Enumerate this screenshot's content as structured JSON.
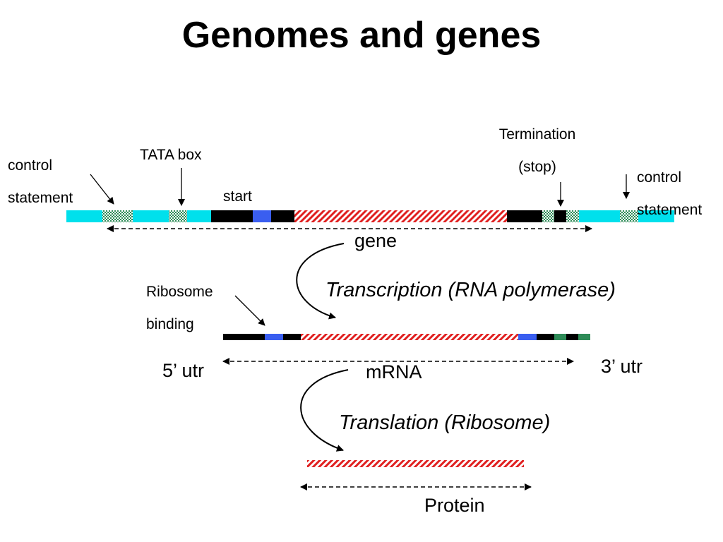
{
  "title": "Genomes and genes",
  "dna": {
    "control_left": "control\nstatement",
    "tata_box": "TATA box",
    "start": "start",
    "termination": "Termination\n(stop)",
    "control_right": "control\nstatement",
    "gene": "gene"
  },
  "transcription": "Transcription (RNA polymerase)",
  "mrna": {
    "ribosome_binding": "Ribosome\nbinding",
    "utr5": "5’ utr",
    "utr3": "3’ utr",
    "label": "mRNA"
  },
  "translation": "Translation (Ribosome)",
  "protein": "Protein",
  "colors": {
    "control_region": "#00e0ec",
    "coding_stripe": "#e02020",
    "marker_blue": "#3a5ef0",
    "marker_green": "#2e8b57",
    "dark_segment": "#000000"
  }
}
